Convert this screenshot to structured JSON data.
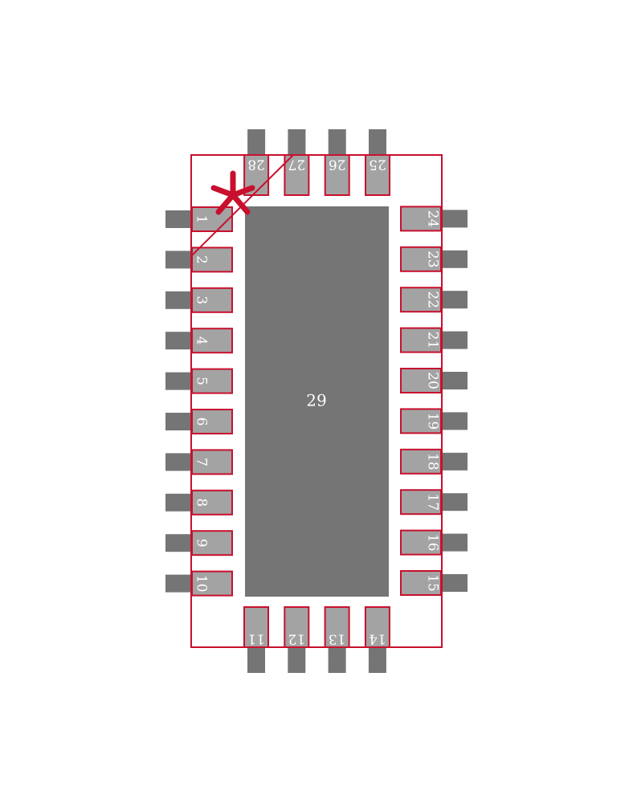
{
  "colors": {
    "background": "#ffffff",
    "outline": "#c8102e",
    "pad": "#a3a3a3",
    "lead": "#757575",
    "thermal_pad": "#757575",
    "label": "#ffffff"
  },
  "pin1_marker": "asterisk",
  "pins": {
    "left": [
      "1",
      "2",
      "3",
      "4",
      "5",
      "6",
      "7",
      "8",
      "9",
      "10"
    ],
    "bottom": [
      "11",
      "12",
      "13",
      "14"
    ],
    "right": [
      "15",
      "16",
      "17",
      "18",
      "19",
      "20",
      "21",
      "22",
      "23",
      "24"
    ],
    "top": [
      "25",
      "26",
      "27",
      "28"
    ]
  },
  "thermal_pad_label": "29"
}
